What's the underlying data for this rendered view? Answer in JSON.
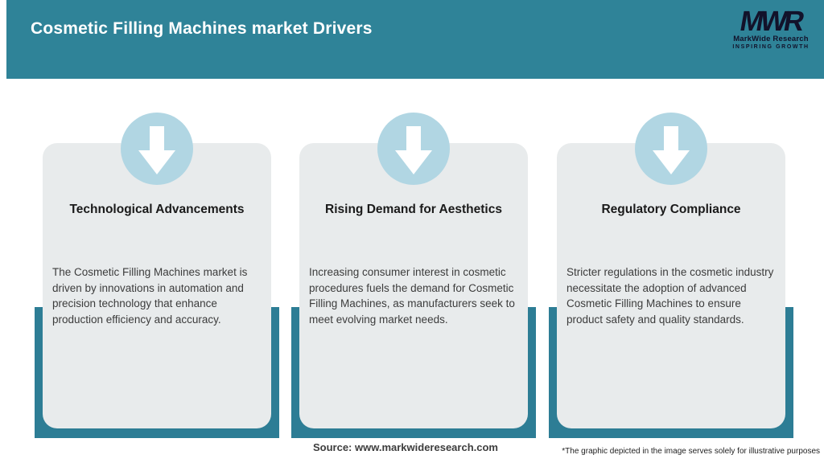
{
  "header": {
    "title": "Cosmetic Filling Machines market Drivers"
  },
  "logo": {
    "monogram": "MWR",
    "name": "MarkWide Research",
    "tagline": "INSPIRING GROWTH"
  },
  "cards": [
    {
      "title": "Technological Advancements",
      "description": "The Cosmetic Filling Machines market is driven by innovations in automation and precision technology that enhance production efficiency and accuracy."
    },
    {
      "title": "Rising Demand for Aesthetics",
      "description": "Increasing consumer interest in cosmetic procedures fuels the demand for Cosmetic Filling Machines, as manufacturers seek to meet evolving market needs."
    },
    {
      "title": "Regulatory Compliance",
      "description": "Stricter regulations in the cosmetic industry necessitate the adoption of advanced Cosmetic Filling Machines to ensure product safety and quality standards."
    }
  ],
  "footer": {
    "source": "Source: www.markwideresearch.com",
    "disclaimer": "*The graphic depicted in the image serves solely for illustrative purposes"
  },
  "colors": {
    "teal": "#2f8398",
    "tray_teal": "#2d7d95",
    "circle_blue": "#b1d6e3",
    "card_gray": "#e8ebec",
    "title_dark": "#1a1a1a",
    "body_gray": "#3c3c3c",
    "logo_dark": "#12122a"
  }
}
